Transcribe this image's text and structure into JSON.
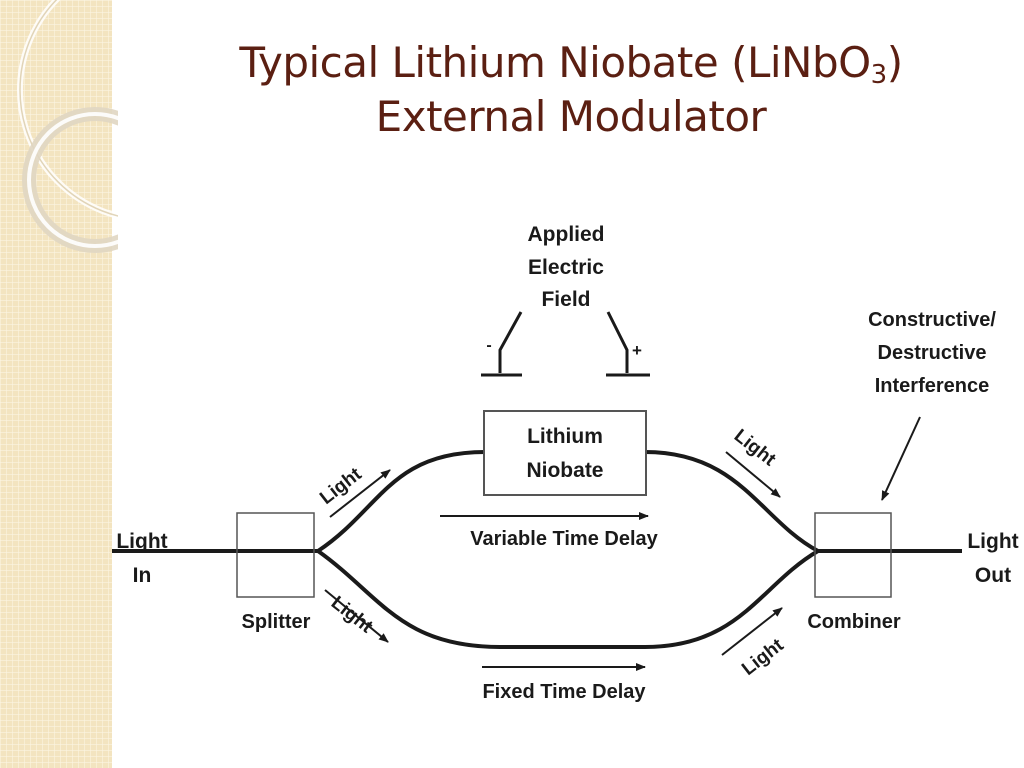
{
  "slide": {
    "title_part1": "Typical Lithium Niobate (LiNbO",
    "title_subscript": "3",
    "title_part2": ")",
    "title_line2": "External Modulator"
  },
  "diagram": {
    "applied_field": [
      "Applied",
      "Electric",
      "Field"
    ],
    "minus_sign": "-",
    "plus_sign": "+",
    "interference": [
      "Constructive/",
      "Destructive",
      "Interference"
    ],
    "lithium_niobate": [
      "Lithium",
      "Niobate"
    ],
    "light_in": [
      "Light",
      "In"
    ],
    "light_out": [
      "Light",
      "Out"
    ],
    "splitter": "Splitter",
    "combiner": "Combiner",
    "light": "Light",
    "variable_delay": "Variable Time Delay",
    "fixed_delay": "Fixed Time Delay"
  },
  "colors": {
    "title": "#5b1f12",
    "sidebar": "#f3e4c0",
    "sidebar_grid": "#fbf4e2",
    "ink": "#1a1a1a"
  }
}
